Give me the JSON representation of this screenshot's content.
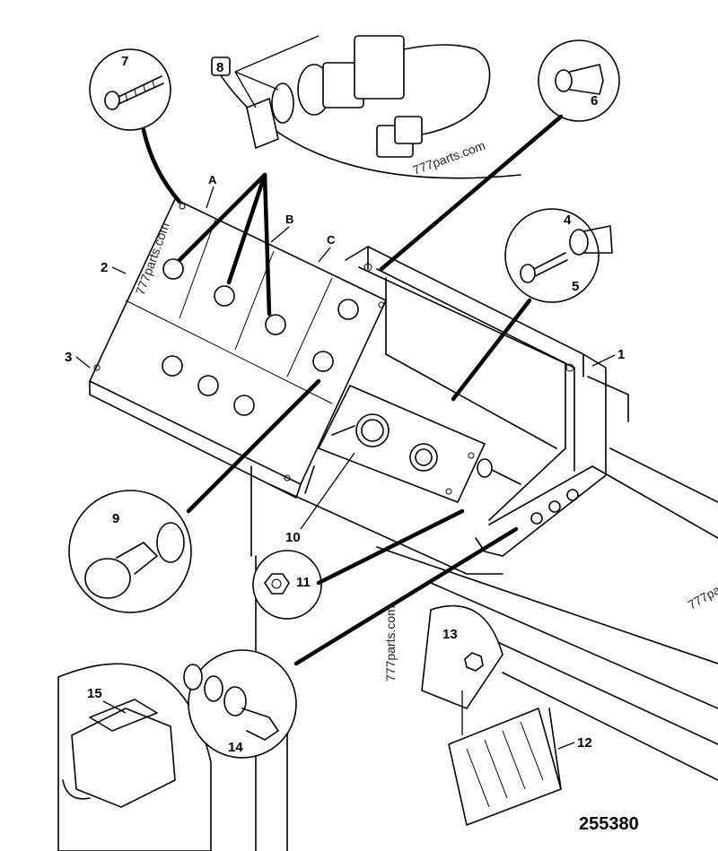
{
  "drawing_number": "255380",
  "watermarks": [
    "777parts.com",
    "777parts.com",
    "777parts.com",
    "777pa"
  ],
  "callouts": {
    "c1": "1",
    "c2": "2",
    "c3": "3",
    "c4": "4",
    "c5": "5",
    "c6": "6",
    "c7": "7",
    "c8": "8",
    "c9": "9",
    "c10": "10",
    "c11": "11",
    "c12": "12",
    "c13": "13",
    "c14": "14",
    "c15": "15"
  },
  "section_letters": {
    "a": "A",
    "b": "B",
    "c": "C"
  }
}
